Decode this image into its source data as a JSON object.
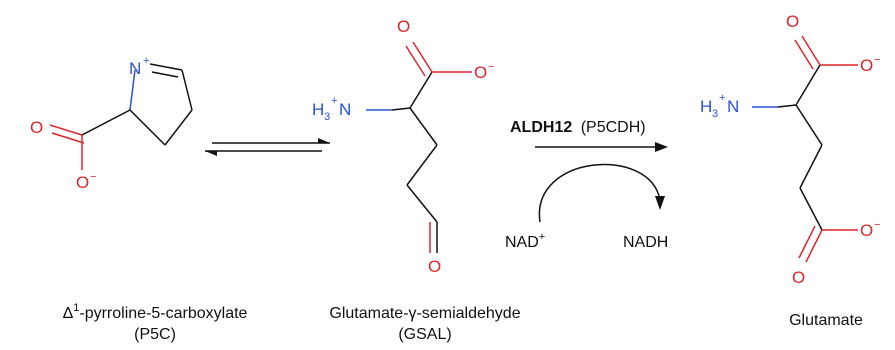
{
  "atoms": {
    "n_plus": "N",
    "plus": "+",
    "oxygen": "O",
    "minus": "−",
    "h3": "H",
    "h3_sub": "3",
    "n": "N"
  },
  "enzyme": {
    "name": "ALDH12",
    "alias": "(P5CDH)"
  },
  "cofactors": {
    "nad": "NAD",
    "nad_charge": "+",
    "nadh": "NADH"
  },
  "labels": {
    "p5c_line1_delta": "Δ",
    "p5c_line1_sup": "1",
    "p5c_line1_rest": "-pyrroline-5-carboxylate",
    "p5c_line2": "(P5C)",
    "gsal_line1": "Glutamate-γ-semialdehyde",
    "gsal_line2": "(GSAL)",
    "glutamate": "Glutamate"
  }
}
